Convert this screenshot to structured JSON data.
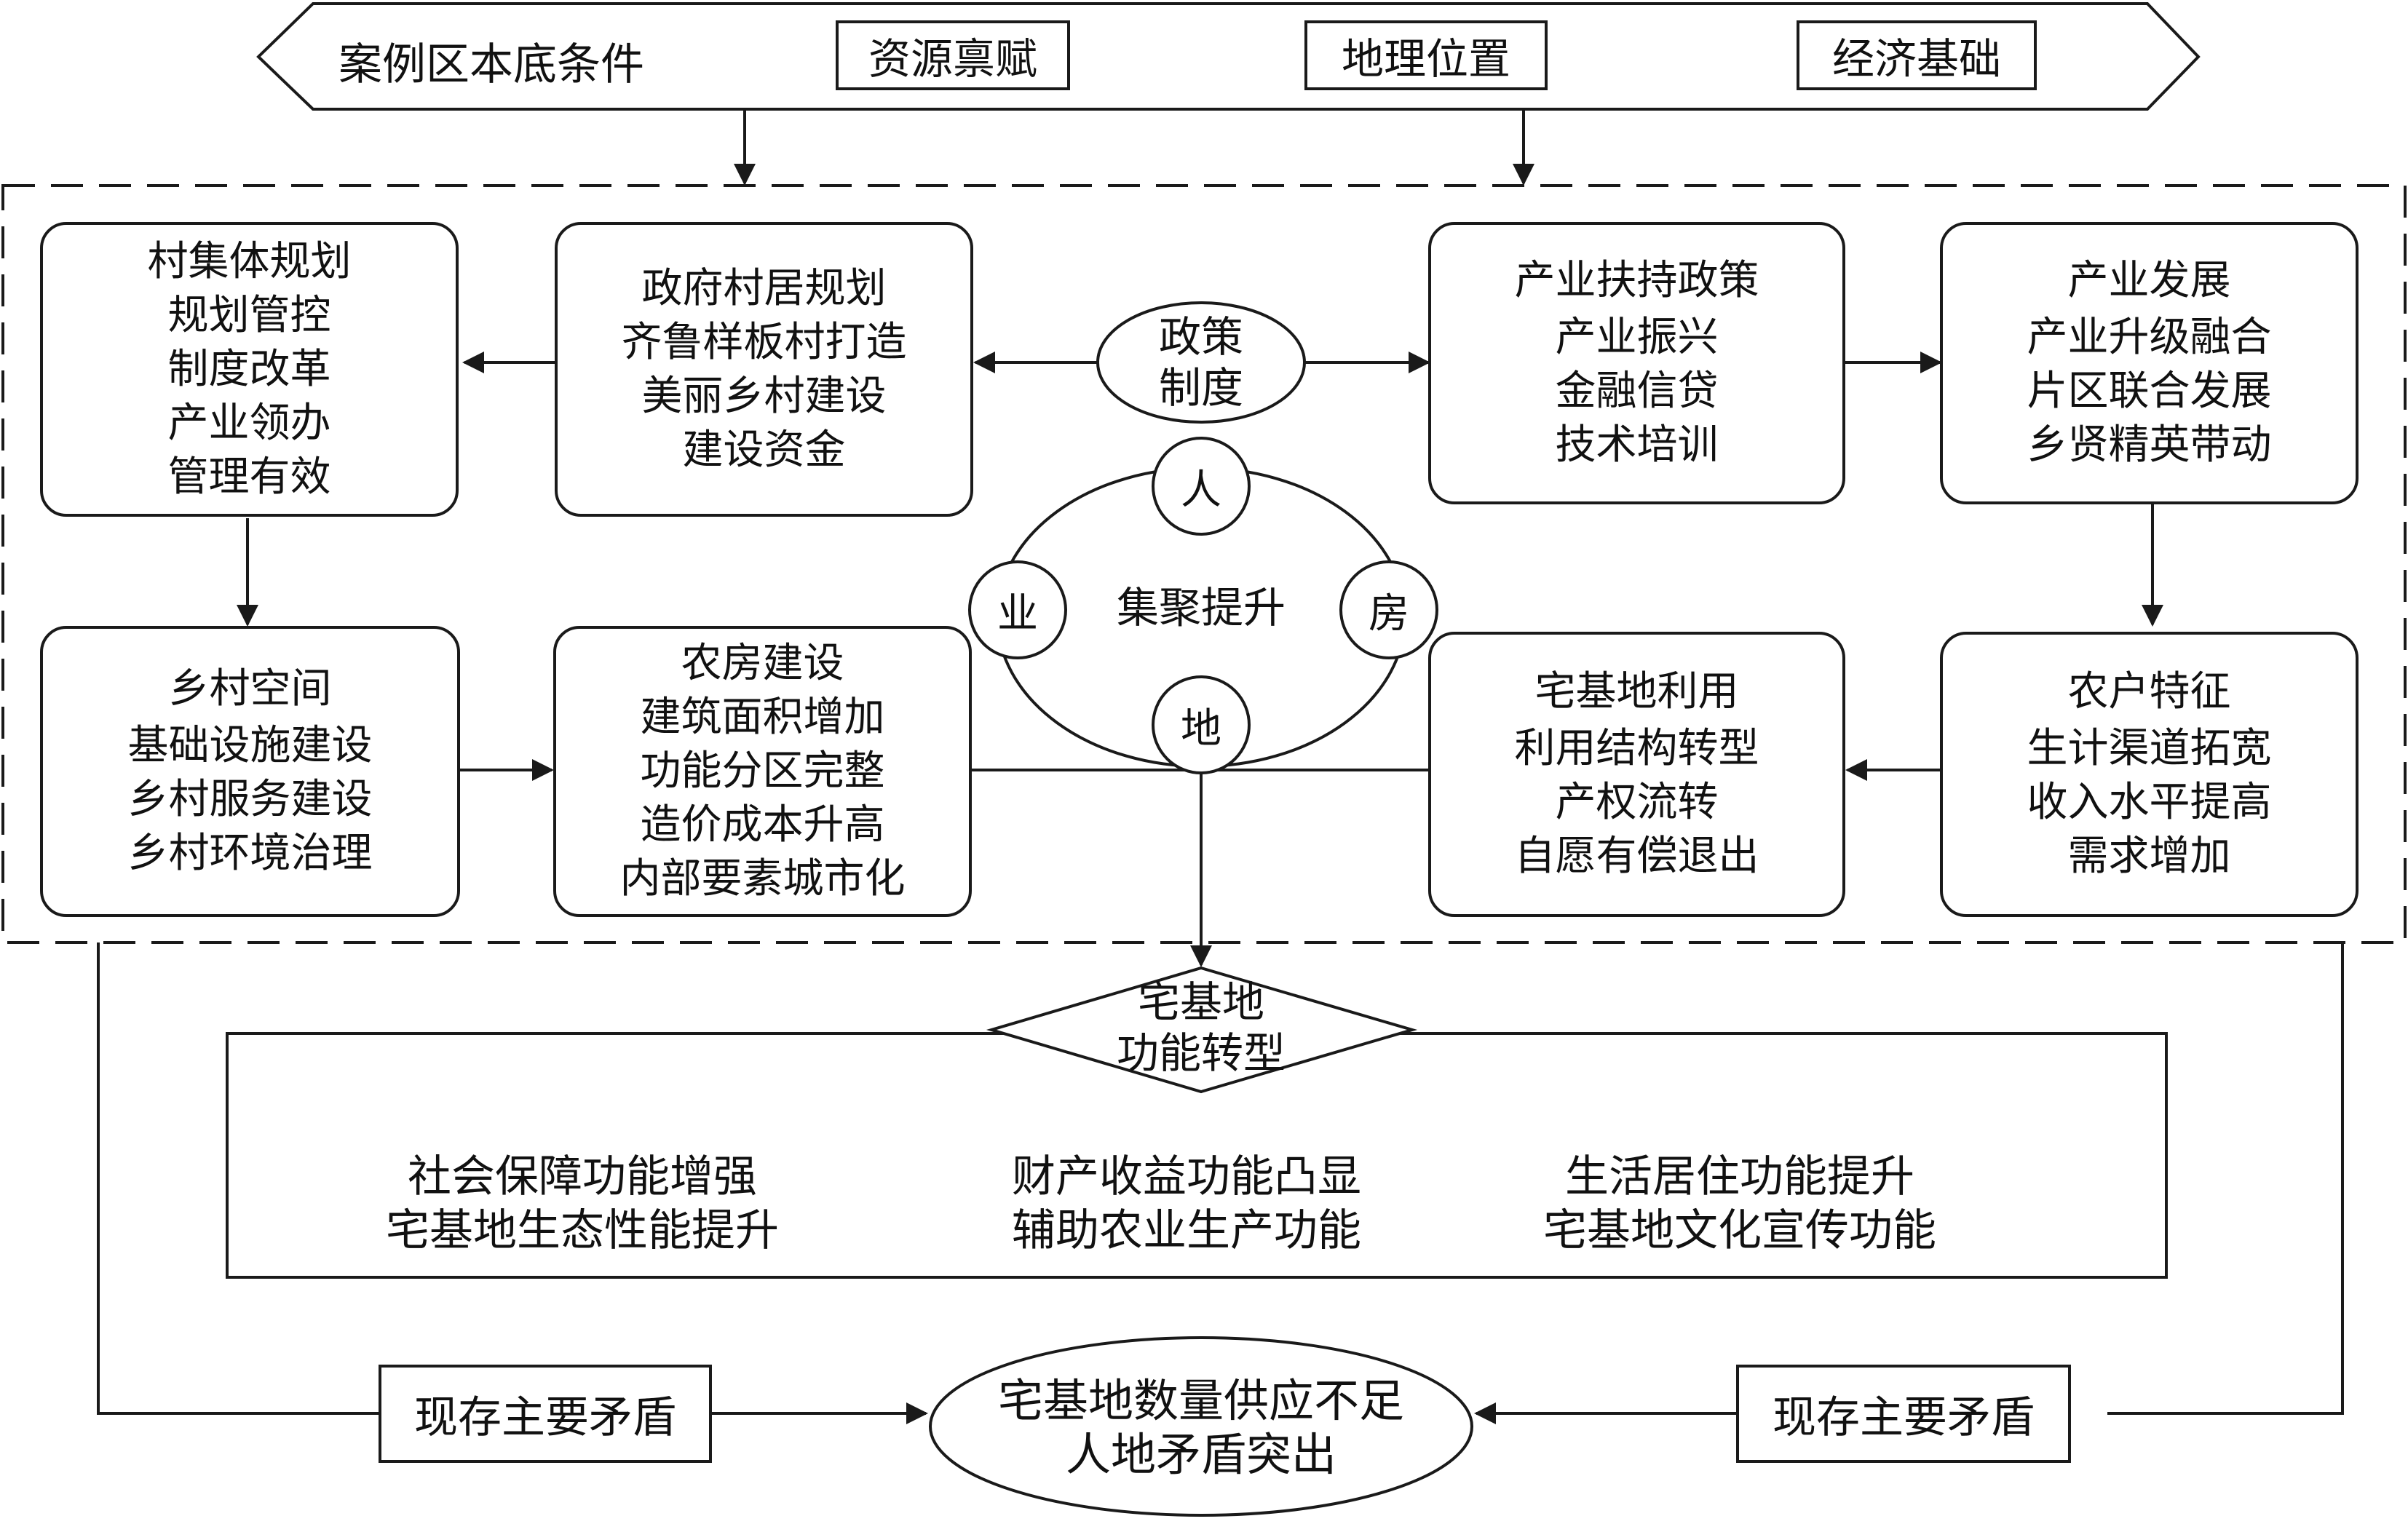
{
  "top_banner": {
    "title": "案例区本底条件",
    "chips": [
      "资源禀赋",
      "地理位置",
      "经济基础"
    ]
  },
  "policy_node": {
    "lines": [
      "政策",
      "制度"
    ]
  },
  "hub": {
    "center": "集聚提升",
    "satellites": {
      "top": "人",
      "right": "房",
      "bottom": "地",
      "left": "业"
    }
  },
  "boxes": {
    "village_collective_planning": [
      "村集体规划",
      "规划管控",
      "制度改革",
      "产业领办",
      "管理有效"
    ],
    "government_planning": [
      "政府村居规划",
      "齐鲁样板村打造",
      "美丽乡村建设",
      "建设资金"
    ],
    "industry_support_policy": [
      "产业扶持政策",
      "产业振兴",
      "金融信贷",
      "技术培训"
    ],
    "industry_development": [
      "产业发展",
      "产业升级融合",
      "片区联合发展",
      "乡贤精英带动"
    ],
    "rural_space": [
      "乡村空间",
      "基础设施建设",
      "乡村服务建设",
      "乡村环境治理"
    ],
    "farmhouse_construction": [
      "农房建设",
      "建筑面积增加",
      "功能分区完整",
      "造价成本升高",
      "内部要素城市化"
    ],
    "homestead_utilization": [
      "宅基地利用",
      "利用结构转型",
      "产权流转",
      "自愿有偿退出"
    ],
    "farmer_characteristics": [
      "农户特征",
      "生计渠道拓宽",
      "收入水平提高",
      "需求增加"
    ]
  },
  "transformation": {
    "diamond": [
      "宅基地",
      "功能转型"
    ],
    "functions": [
      [
        "社会保障功能增强",
        "宅基地生态性能提升"
      ],
      [
        "财产收益功能凸显",
        "辅助农业生产功能"
      ],
      [
        "生活居住功能提升",
        "宅基地文化宣传功能"
      ]
    ]
  },
  "conflict": {
    "left_label": "现存主要矛盾",
    "right_label": "现存主要矛盾",
    "oval": [
      "宅基地数量供应不足",
      "人地矛盾突出"
    ]
  }
}
